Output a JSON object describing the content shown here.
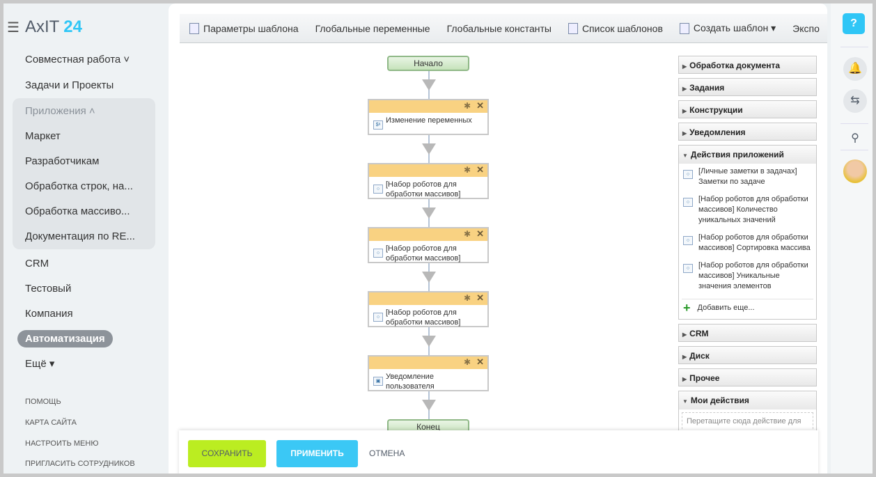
{
  "app": {
    "logo": "AxIT",
    "logo_num": "24"
  },
  "sidebar": {
    "items": [
      "Совместная работа ˅",
      "Задачи и Проекты",
      "Приложения ˄",
      "Маркет",
      "Разработчикам",
      "Обработка строк, на...",
      "Обработка массиво...",
      "Документация по RE...",
      "CRM",
      "Тестовый",
      "Компания",
      "Автоматизация",
      "Ещё ▾"
    ],
    "footer": [
      "Помощь",
      "Карта сайта",
      "Настроить меню",
      "Пригласить сотрудников"
    ]
  },
  "toolbar": {
    "items": [
      "Параметры шаблона",
      "Глобальные переменные",
      "Глобальные константы",
      "Список шаблонов",
      "Создать шаблон ▾",
      "Экспо"
    ]
  },
  "flow": {
    "start": "Начало",
    "end": "Конец",
    "blocks": [
      "Изменение переменных",
      "[Набор роботов для обработки массивов]",
      "[Набор роботов для обработки массивов]",
      "[Набор роботов для обработки массивов]",
      "Уведомление пользователя"
    ]
  },
  "panel": {
    "groups": [
      "Обработка документа",
      "Задания",
      "Конструкции",
      "Уведомления"
    ],
    "expanded": {
      "title": "Действия приложений",
      "items": [
        "[Личные заметки в задачах] Заметки по задаче",
        "[Набор роботов для обработки массивов] Количество уникальных значений",
        "[Набор роботов для обработки массивов] Сортировка массива",
        "[Набор роботов для обработки массивов] Уникальные значения элементов"
      ],
      "add": "Добавить еще..."
    },
    "groups2": [
      "CRM",
      "Диск",
      "Прочее"
    ],
    "my": {
      "title": "Мои действия",
      "hint": "Перетащите сюда действие для"
    }
  },
  "footer": {
    "save": "СОХРАНИТЬ",
    "apply": "ПРИМЕНИТЬ",
    "cancel": "ОТМЕНА"
  },
  "rightbar": {
    "help": "?"
  }
}
